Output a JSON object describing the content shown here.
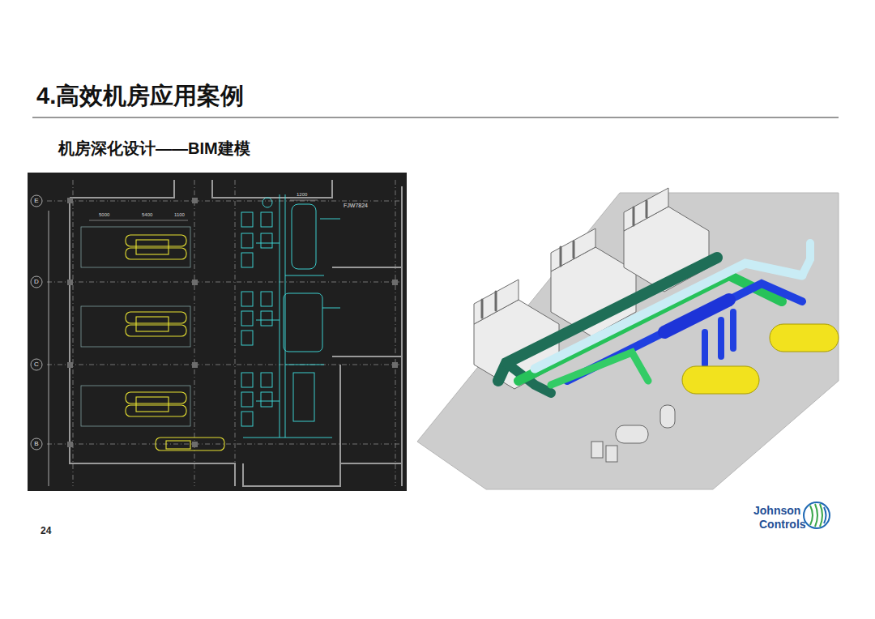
{
  "diagram": {
    "title": "4.高效机房应用案例",
    "labels": [
      "机房深化设计——BIM建模",
      "E",
      "D",
      "C",
      "B",
      "FJW7824",
      "5000",
      "5400",
      "1100",
      "1200",
      "24",
      "Johnson",
      "Controls"
    ]
  }
}
